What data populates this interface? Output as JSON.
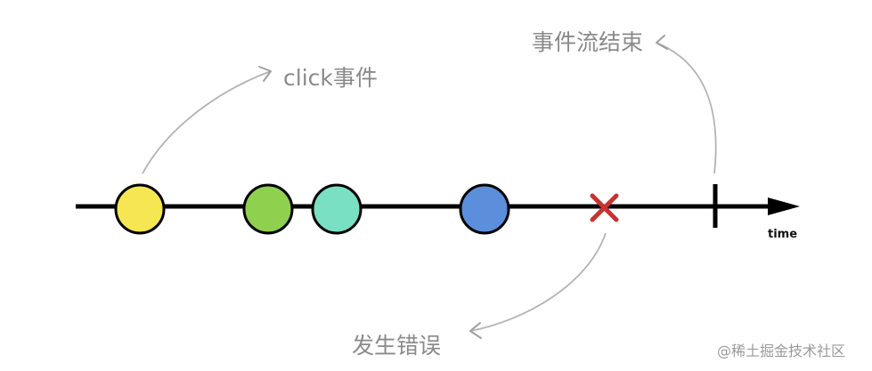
{
  "labels": {
    "click_event": "click事件",
    "stream_end": "事件流结束",
    "error": "发生错误",
    "time": "time"
  },
  "watermark": "@稀土掘金技术社区",
  "events": [
    {
      "name": "yellow-event-marble",
      "color": "#f5e652"
    },
    {
      "name": "green-event-marble",
      "color": "#8fd14f"
    },
    {
      "name": "teal-event-marble",
      "color": "#7ae0c4"
    },
    {
      "name": "blue-event-marble",
      "color": "#5b8fdc"
    }
  ],
  "colors": {
    "axis": "#000000",
    "error_mark": "#c83232",
    "annotation": "#b3b3b3",
    "label": "#8a8a8a"
  }
}
